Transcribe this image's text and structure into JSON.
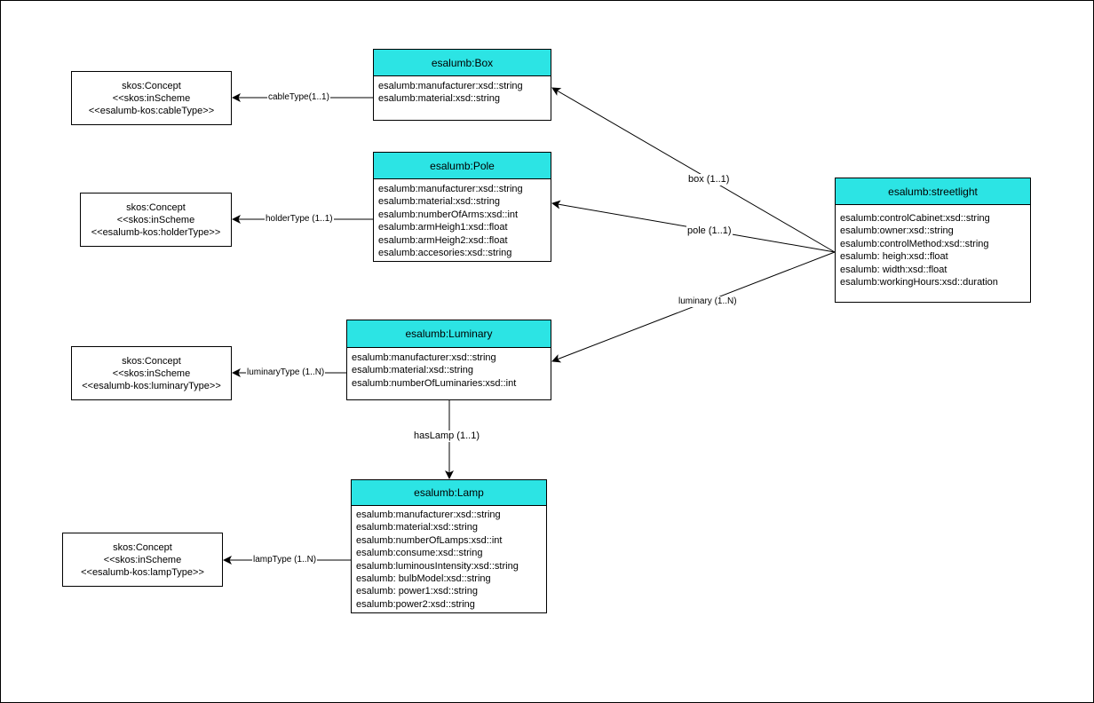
{
  "classes": {
    "box": {
      "title": "esalumb:Box",
      "attributes": [
        "esalumb:manufacturer:xsd::string",
        "esalumb:material:xsd::string"
      ]
    },
    "pole": {
      "title": "esalumb:Pole",
      "attributes": [
        "esalumb:manufacturer:xsd::string",
        "esalumb:material:xsd::string",
        "esalumb:numberOfArms:xsd::int",
        "esalumb:armHeigh1:xsd::float",
        "esalumb:armHeigh2:xsd::float",
        "esalumb:accesories:xsd::string"
      ]
    },
    "luminary": {
      "title": "esalumb:Luminary",
      "attributes": [
        "esalumb:manufacturer:xsd::string",
        "esalumb:material:xsd::string",
        "esalumb:numberOfLuminaries:xsd::int"
      ]
    },
    "lamp": {
      "title": "esalumb:Lamp",
      "attributes": [
        "esalumb:manufacturer:xsd::string",
        "esalumb:material:xsd::string",
        "esalumb:numberOfLamps:xsd::int",
        "esalumb:consume:xsd::string",
        "esalumb:luminousIntensity:xsd::string",
        "esalumb: bulbModel:xsd::string",
        "esalumb: power1:xsd::string",
        "esalumb:power2:xsd::string"
      ]
    },
    "streetlight": {
      "title": "esalumb:streetlight",
      "attributes": [
        "esalumb:controlCabinet:xsd::string",
        "esalumb:owner:xsd::string",
        "esalumb:controlMethod:xsd::string",
        "esalumb: heigh:xsd::float",
        "esalumb: width:xsd::float",
        "esalumb:workingHours:xsd::duration"
      ]
    }
  },
  "concepts": {
    "cable": [
      "skos:Concept",
      "<<skos:inScheme",
      "<<esalumb-kos:cableType>>"
    ],
    "holder": [
      "skos:Concept",
      "<<skos:inScheme",
      "<<esalumb-kos:holderType>>"
    ],
    "luminary": [
      "skos:Concept",
      "<<skos:inScheme",
      "<<esalumb-kos:luminaryType>>"
    ],
    "lamp": [
      "skos:Concept",
      "<<skos:inScheme",
      "<<esalumb-kos:lampType>>"
    ]
  },
  "relations": {
    "cableType": "cableType(1..1)",
    "holderType": "holderType (1..1)",
    "luminaryType": "luminaryType (1..N)",
    "lampType": "lampType (1..N)",
    "hasLamp": "hasLamp (1..1)",
    "box": "box (1..1)",
    "pole": "pole (1..1)",
    "luminary": "luminary (1..N)"
  },
  "colors": {
    "class_header": "#2ce4e4",
    "line": "#000000"
  }
}
